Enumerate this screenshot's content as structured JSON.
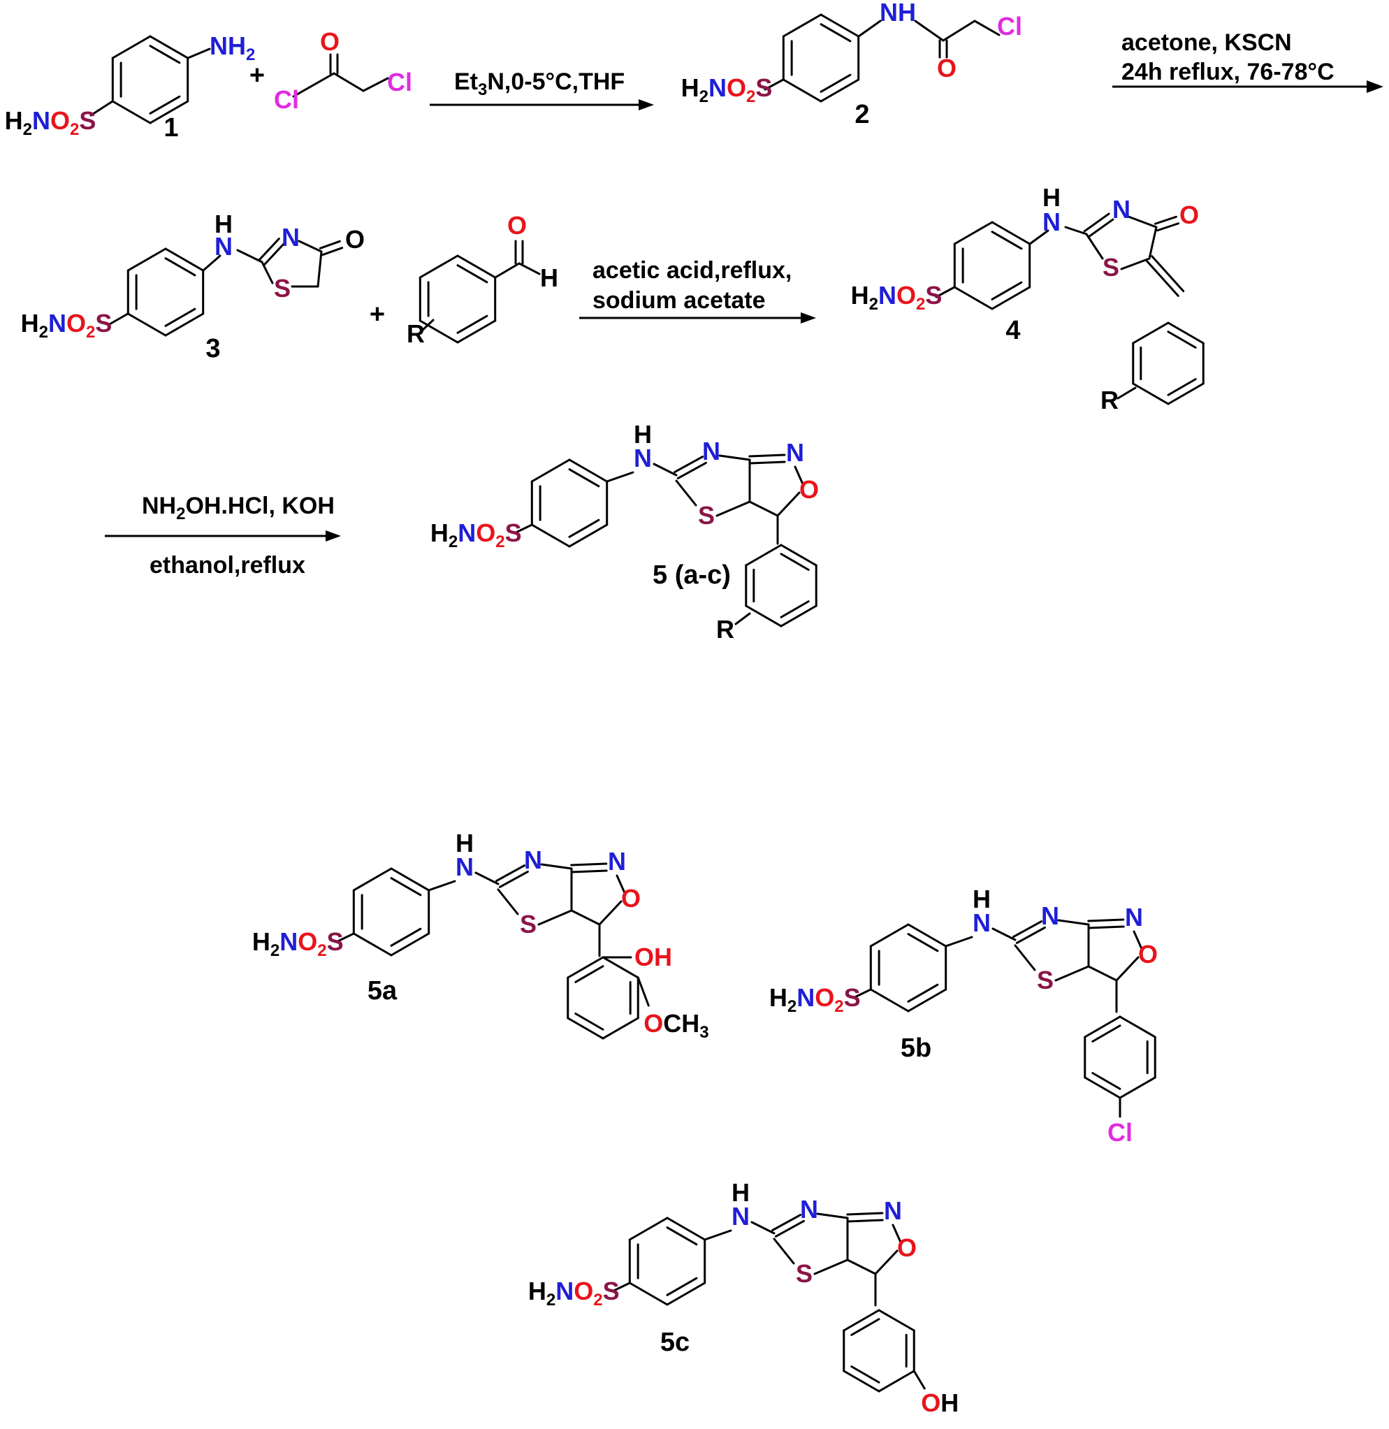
{
  "colors": {
    "bond": "#000000",
    "N": "#1f1fd6",
    "O": "#e8141c",
    "S": "#8a1548",
    "Cl": "#e02ce0",
    "C": "#000000",
    "R": "#000000"
  },
  "compounds": {
    "c1": "1",
    "c2": "2",
    "c3": "3",
    "c4": "4",
    "c5": "5 (a-c)",
    "c5a": "5a",
    "c5b": "5b",
    "c5c": "5c"
  },
  "plus": "+",
  "conditions": {
    "step1": "Et3N,0-5°C,THF",
    "step2_line1": "acetone,  KSCN",
    "step2_line2": "24h reflux, 76-78°C",
    "step3_line1": "acetic acid,reflux,",
    "step3_line2": "sodium acetate",
    "step4_line1": "NH2OH.HCl, KOH",
    "step4_line2": "ethanol,reflux"
  },
  "atoms": {
    "NH2": "NH2",
    "H2NO2S": "H2NO2S",
    "Cl": "Cl",
    "O": "O",
    "N": "N",
    "S": "S",
    "H": "H",
    "NH": "NH",
    "R": "R",
    "OH": "OH",
    "OCH3": "OCH3"
  }
}
